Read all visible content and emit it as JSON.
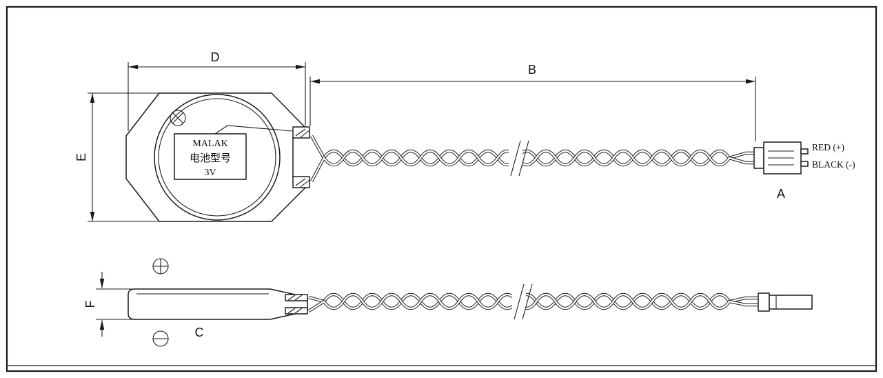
{
  "drawing": {
    "dim_labels": {
      "d": "D",
      "b": "B",
      "e": "E",
      "f": "F"
    },
    "part_labels": {
      "connector": "A",
      "battery_side": "C"
    },
    "wire_labels": {
      "positive": "RED (+)",
      "negative": "BLACK (-)"
    },
    "battery_text": {
      "line1": "MALAK",
      "line2": "电池型号",
      "line3": "3V"
    },
    "colors": {
      "line": "#1a1a1a",
      "background": "#ffffff"
    }
  }
}
